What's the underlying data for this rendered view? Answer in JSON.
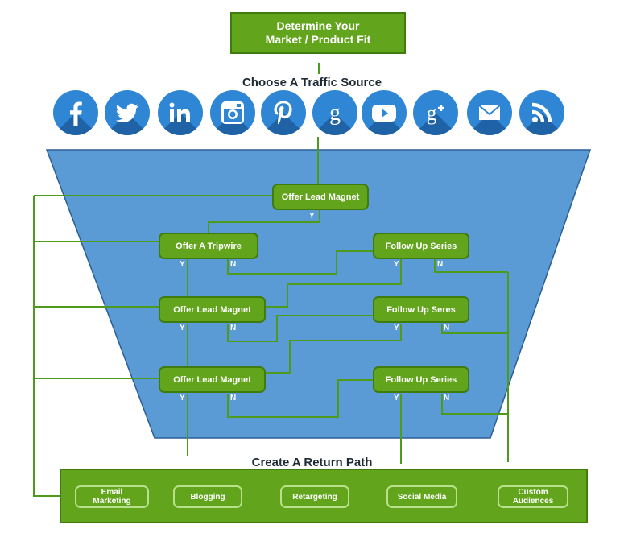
{
  "top_box": {
    "line1": "Determine Your",
    "line2": "Market / Product Fit"
  },
  "traffic_title": "Choose A Traffic Source",
  "traffic_icons": [
    "facebook-icon",
    "twitter-icon",
    "linkedin-icon",
    "instagram-icon",
    "pinterest-icon",
    "google-icon",
    "youtube-icon",
    "google-plus-icon",
    "mail-icon",
    "rss-icon"
  ],
  "funnel": {
    "lead_magnet_top": "Offer Lead Magnet",
    "tripwire": "Offer A Tripwire",
    "follow_up_1": "Follow Up Series",
    "lead_magnet_2": "Offer Lead Magnet",
    "follow_up_2": "Follow Up Seres",
    "lead_magnet_3": "Offer Lead Magnet",
    "follow_up_3": "Follow Up Series",
    "yes": "Y",
    "no": "N"
  },
  "return_title": "Create A Return Path",
  "channels": [
    {
      "line1": "Email",
      "line2": "Marketing"
    },
    {
      "line1": "Blogging",
      "line2": ""
    },
    {
      "line1": "Retargeting",
      "line2": ""
    },
    {
      "line1": "Social Media",
      "line2": ""
    },
    {
      "line1": "Custom",
      "line2": "Audiences"
    }
  ],
  "colors": {
    "green": "#62a51c",
    "green_dark": "#3f7b0d",
    "funnel_blue": "#5b9bd5",
    "icon_blue": "#2f86d4",
    "icon_shadow": "#1f63a6"
  }
}
